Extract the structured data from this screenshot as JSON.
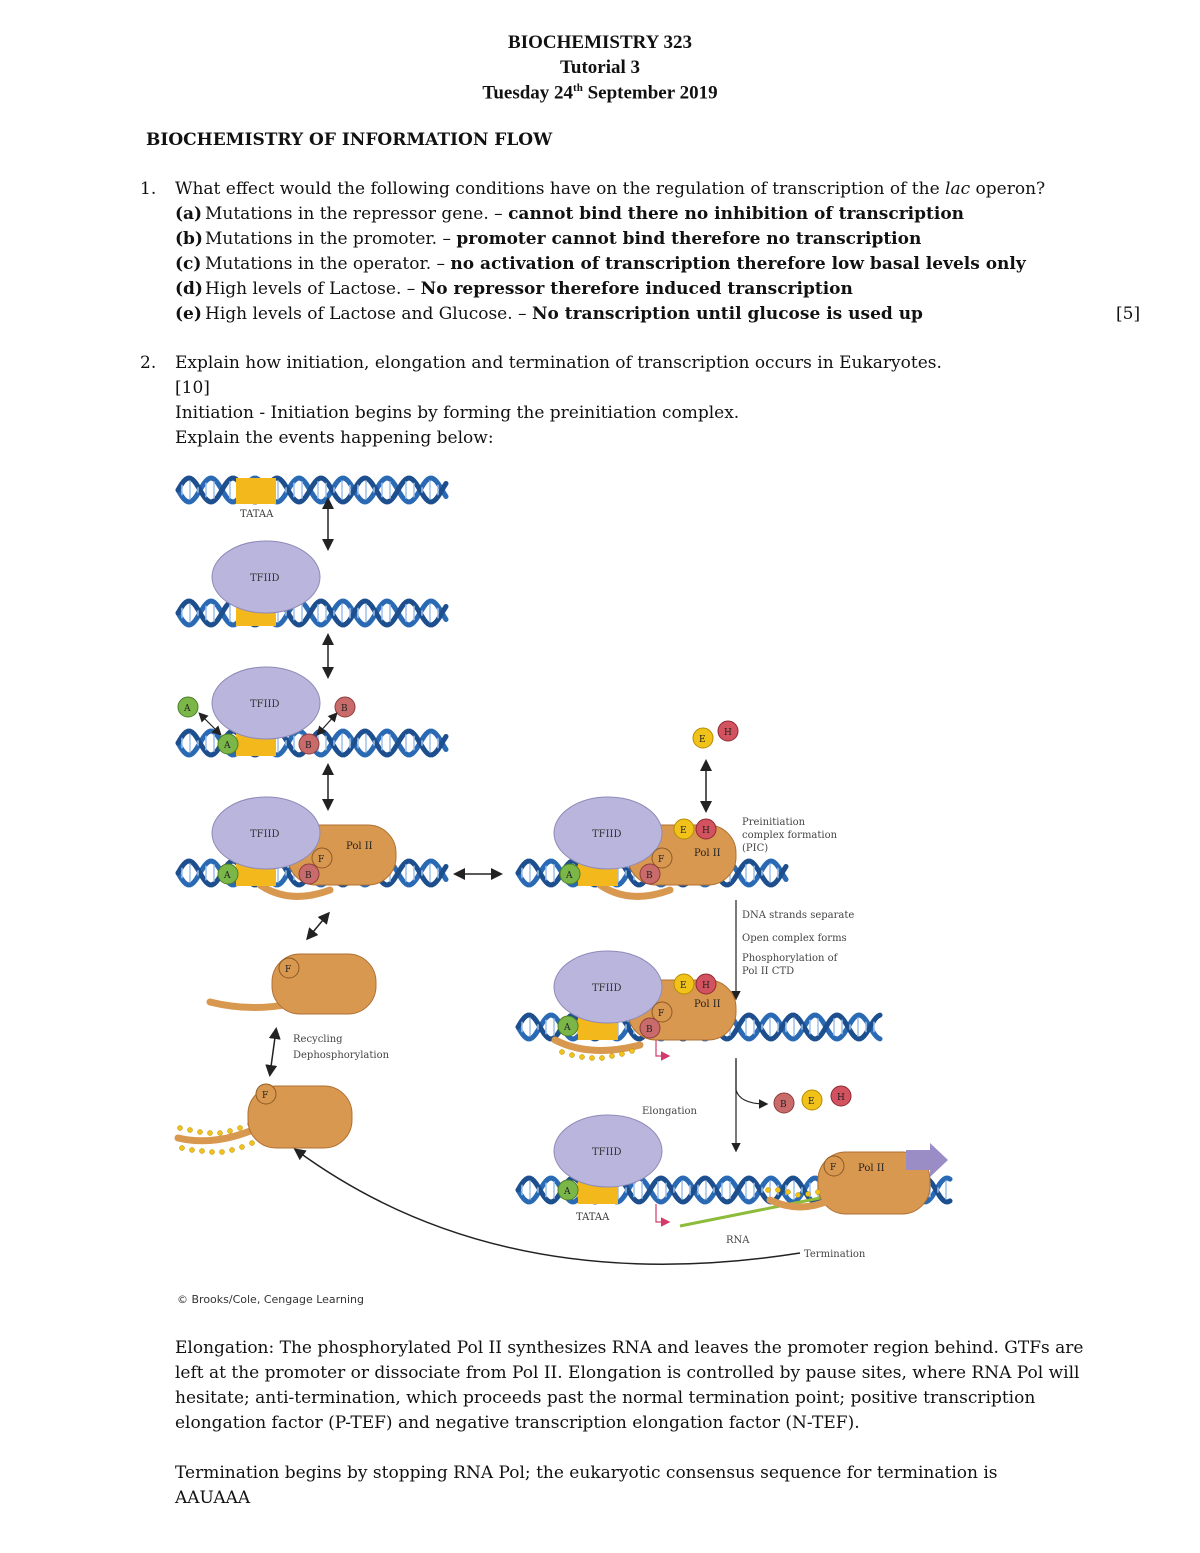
{
  "header": {
    "course": "BIOCHEMISTRY 323",
    "tutorial": "Tutorial 3",
    "date_prefix": "Tuesday 24",
    "date_sup": "th",
    "date_suffix": " September 2019"
  },
  "section_title": "BIOCHEMISTRY OF INFORMATION FLOW",
  "q1": {
    "num": "1.",
    "text_pre": "What effect would the following conditions have on the regulation of transcription of the ",
    "text_em": "lac",
    "text_post": " operon?",
    "items": [
      {
        "marker": "(a)",
        "text": "Mutations in the repressor gene. – ",
        "answer": "cannot bind there no inhibition of transcription"
      },
      {
        "marker": "(b)",
        "text": "Mutations in the promoter. – ",
        "answer": "promoter cannot bind therefore no transcription"
      },
      {
        "marker": "(c)",
        "text": "Mutations in the operator. – ",
        "answer": "no activation of transcription therefore low basal levels only"
      },
      {
        "marker": "(d)",
        "text": "High levels of Lactose. – ",
        "answer": "No repressor therefore induced transcription"
      },
      {
        "marker": "(e)",
        "text": "High levels of Lactose and Glucose. – ",
        "answer": "No transcription until glucose is used up"
      }
    ],
    "marks": "[5]"
  },
  "q2": {
    "num": "2.",
    "text": "Explain how initiation, elongation and termination of transcription occurs in Eukaryotes.",
    "marks": "[10]",
    "initiation": "Initiation - Initiation begins by forming the preinitiation complex.",
    "explain": "Explain the events happening below:"
  },
  "figure": {
    "tataa": "TATAA",
    "tfiid": "TFIID",
    "polii": "Pol II",
    "factors": {
      "a": "A",
      "b": "B",
      "e": "E",
      "f": "F",
      "h": "H"
    },
    "pic_label": [
      "Preinitiation",
      "complex formation",
      "(PIC)"
    ],
    "open_label": [
      "DNA strands separate",
      "Open complex forms",
      "Phosphorylation of",
      "Pol II CTD"
    ],
    "recycling": [
      "Recycling",
      "Dephosphorylation"
    ],
    "elongation": "Elongation",
    "rna": "RNA",
    "termination": "Termination",
    "credit": "© Brooks/Cole, Cengage Learning",
    "colors": {
      "dna": "#2a6ab5",
      "tfiid": "#b9b5dc",
      "pol": "#d9984f",
      "a": "#7ab648",
      "b": "#c96b6b",
      "e": "#f0c21a",
      "h": "#d2535f",
      "arrow": "#222222",
      "rna": "#8dbb3a"
    }
  },
  "elongation_text": [
    "Elongation: The phosphorylated Pol II synthesizes RNA and leaves the promoter region behind. GTFs are",
    "left at the promoter or dissociate from Pol II. Elongation is controlled by pause sites, where RNA Pol will",
    "hesitate; anti-termination, which proceeds past the normal termination point; positive transcription",
    "elongation factor (P-TEF) and negative transcription elongation factor (N-TEF)."
  ],
  "termination_text": [
    "Termination begins by stopping RNA Pol; the eukaryotic consensus sequence for termination is",
    "AAUAAA"
  ]
}
